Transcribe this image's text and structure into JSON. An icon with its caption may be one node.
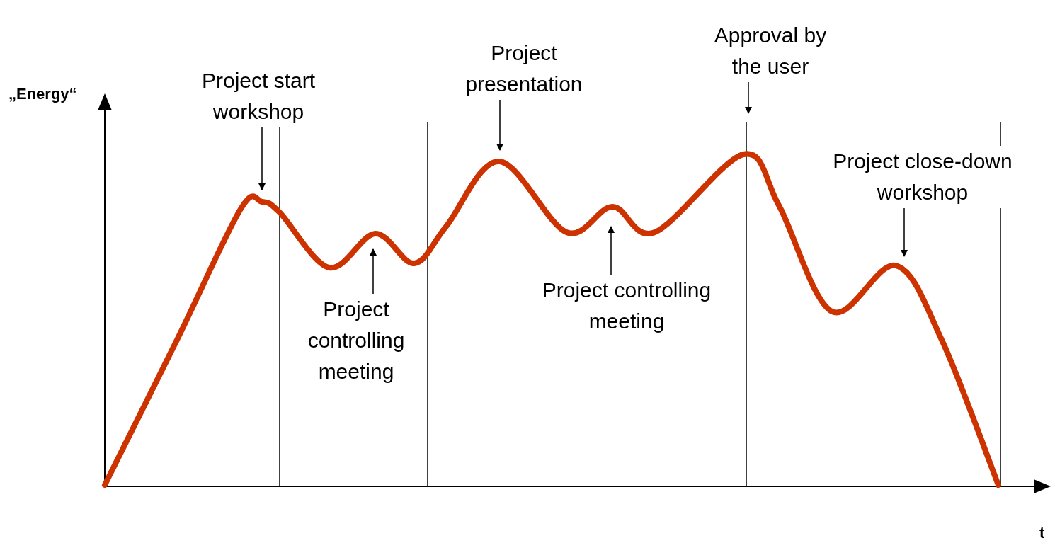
{
  "diagram": {
    "nodes": [
      {
        "text": [
          "Project start workshop"
        ]
      },
      {
        "text": [
          "Project controlling meeting"
        ]
      },
      {
        "text": [
          "Project presentation"
        ]
      },
      {
        "text": [
          "Project controlling meeting"
        ]
      },
      {
        "text": [
          "Approval by the user"
        ]
      },
      {
        "text": [
          "Project close-down workshop"
        ]
      }
    ],
    "edges": [
      {
        "from": 0,
        "to": null,
        "arrow": "to"
      },
      {
        "from": 1,
        "to": null,
        "arrow": "to"
      },
      {
        "from": 2,
        "to": null,
        "arrow": "to"
      },
      {
        "from": 3,
        "to": null,
        "arrow": "to"
      },
      {
        "from": 4,
        "to": null,
        "arrow": "to"
      },
      {
        "from": 5,
        "to": null,
        "arrow": "to"
      }
    ],
    "labels": [
      "„Energy“",
      "t"
    ]
  }
}
